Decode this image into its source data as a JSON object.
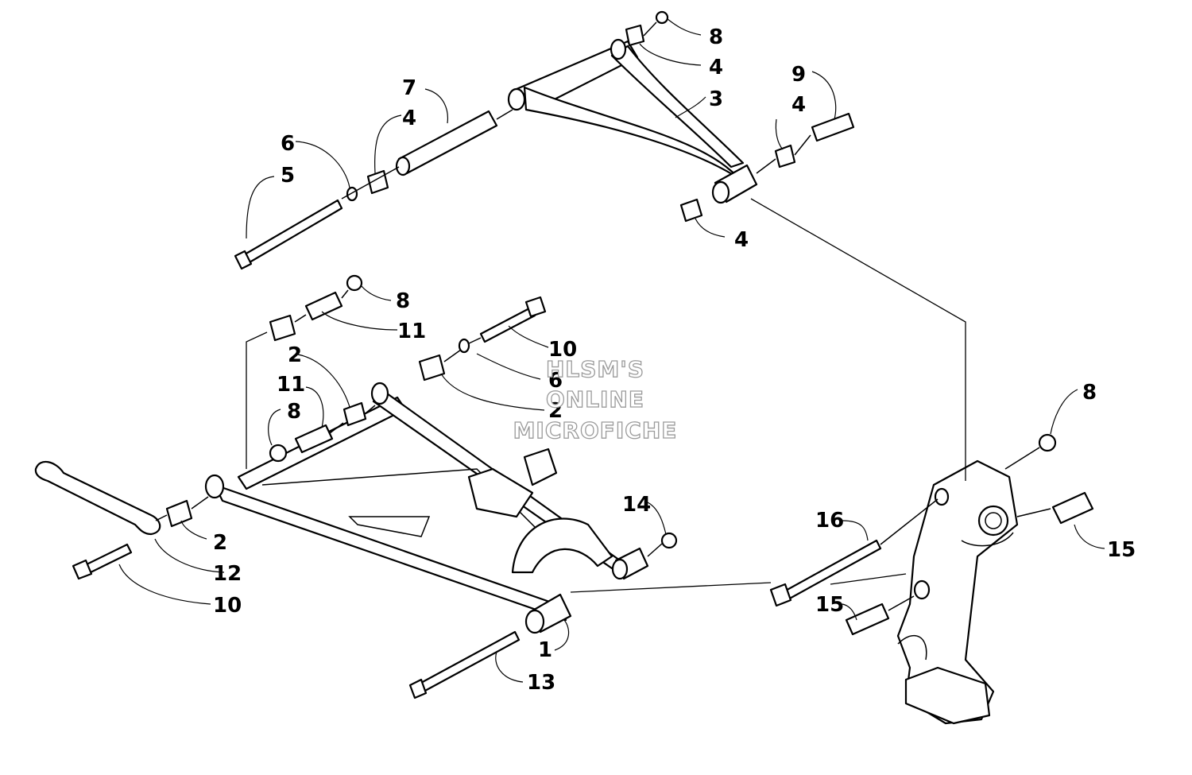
{
  "callouts": {
    "c_8_top": "8",
    "c_4_top": "4",
    "c_3": "3",
    "c_9": "9",
    "c_4_right": "4",
    "c_7": "7",
    "c_4_left": "4",
    "c_6_top": "6",
    "c_5": "5",
    "c_4_bottom": "4",
    "c_8_upper": "8",
    "c_11_upper": "11",
    "c_10_right": "10",
    "c_2_upper": "2",
    "c_6_mid": "6",
    "c_11_mid": "11",
    "c_2_mid": "2",
    "c_8_mid": "8",
    "c_14": "14",
    "c_2_lower": "2",
    "c_12": "12",
    "c_10_left": "10",
    "c_1": "1",
    "c_13": "13",
    "c_8_right": "8",
    "c_16": "16",
    "c_15_right": "15",
    "c_15_left": "15"
  },
  "watermark": {
    "line1": "HLSM'S",
    "line2": "ONLINE",
    "line3": "MICROFICHE"
  }
}
